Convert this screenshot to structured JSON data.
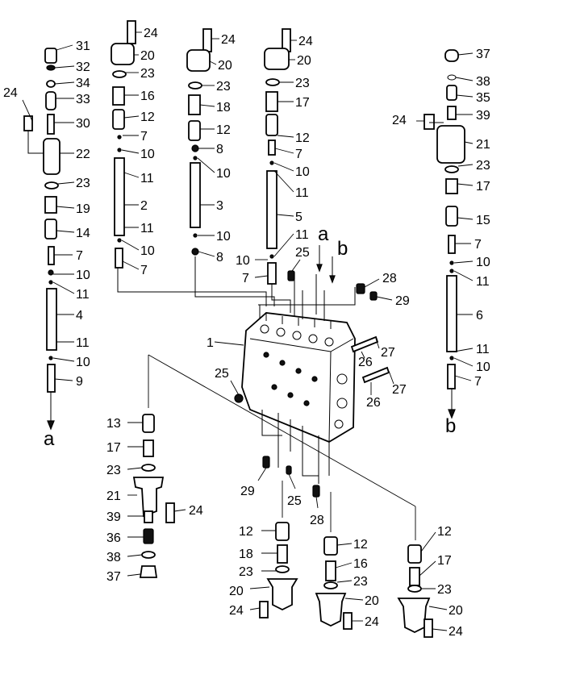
{
  "labels": {
    "n1": "1",
    "n2": "2",
    "n3": "3",
    "n4": "4",
    "n5": "5",
    "n6": "6",
    "n7": "7",
    "n8": "8",
    "n9": "9",
    "n10": "10",
    "n11": "11",
    "n12": "12",
    "n13": "13",
    "n14": "14",
    "n15": "15",
    "n16": "16",
    "n17": "17",
    "n18": "18",
    "n19": "19",
    "n20": "20",
    "n21": "21",
    "n22": "22",
    "n23": "23",
    "n24": "24",
    "n25": "25",
    "n26": "26",
    "n27": "27",
    "n28": "28",
    "n29": "29",
    "n30": "30",
    "n31": "31",
    "n32": "32",
    "n33": "33",
    "n34": "34",
    "n35": "35",
    "n36": "36",
    "n37": "37",
    "n38": "38",
    "n39": "39"
  },
  "connectors": {
    "a": "a",
    "b": "b"
  }
}
